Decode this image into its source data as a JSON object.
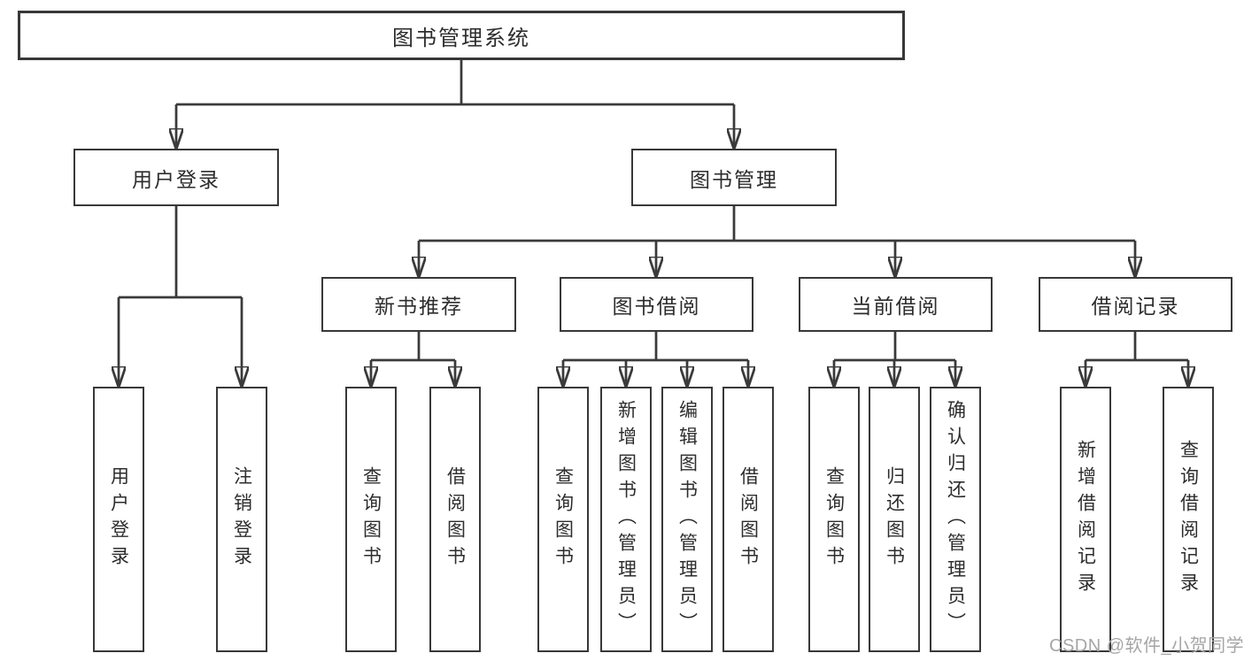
{
  "diagram": {
    "root": {
      "label": "图书管理系统"
    },
    "children": [
      {
        "label": "用户登录",
        "children": [
          {
            "label": "用户登录"
          },
          {
            "label": "注销登录"
          }
        ]
      },
      {
        "label": "图书管理",
        "children": [
          {
            "label": "新书推荐",
            "children": [
              {
                "label": "查询图书"
              },
              {
                "label": "借阅图书"
              }
            ]
          },
          {
            "label": "图书借阅",
            "children": [
              {
                "label": "查询图书"
              },
              {
                "label": "新增图书（管理员）"
              },
              {
                "label": "编辑图书（管理员）"
              },
              {
                "label": "借阅图书"
              }
            ]
          },
          {
            "label": "当前借阅",
            "children": [
              {
                "label": "查询图书"
              },
              {
                "label": "归还图书"
              },
              {
                "label": "确认归还（管理员）"
              }
            ]
          },
          {
            "label": "借阅记录",
            "children": [
              {
                "label": "新增借阅记录"
              },
              {
                "label": "查询借阅记录"
              }
            ]
          }
        ]
      }
    ]
  },
  "watermark": {
    "text": "CSDN @软件_小贺同学"
  },
  "colors": {
    "line": "#3a3a3a",
    "box_border": "#383838",
    "text": "#2d2d2d",
    "watermark": "#a6a6a6",
    "background": "#ffffff"
  }
}
